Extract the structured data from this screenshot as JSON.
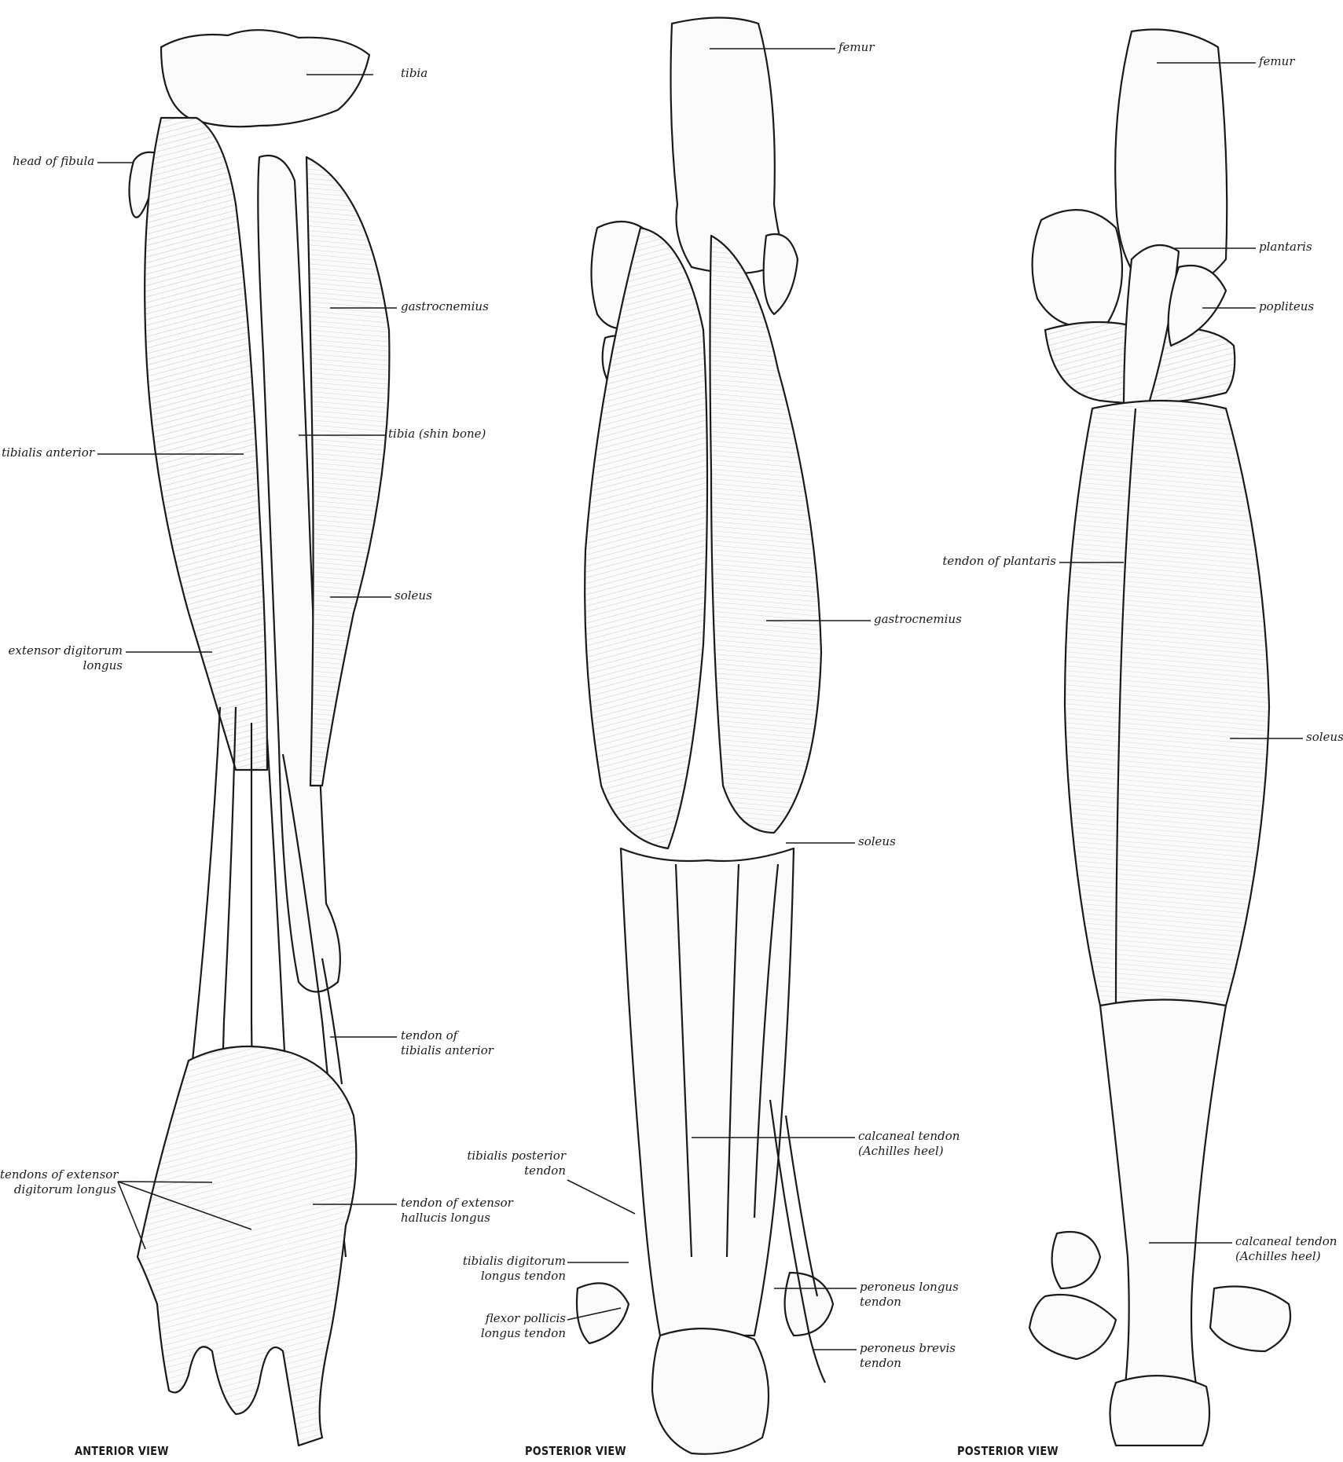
{
  "captions": {
    "anterior": "ANTERIOR VIEW",
    "posterior_1": "POSTERIOR VIEW",
    "posterior_2": "POSTERIOR VIEW"
  },
  "labels": {
    "anterior": {
      "tibia": "tibia",
      "head_of_fibula": "head of fibula",
      "gastrocnemius": "gastrocnemius",
      "tibia_shin_bone": "tibia (shin bone)",
      "tibialis_anterior": "tibialis anterior",
      "soleus": "soleus",
      "extensor_digitorum_longus": [
        "extensor digitorum",
        "longus"
      ],
      "tendon_of_tibialis_anterior": [
        "tendon of",
        "tibialis anterior"
      ],
      "tendons_of_extensor_digitorum_longus": [
        "tendons of extensor",
        "digitorum longus"
      ],
      "tendon_of_extensor_hallucis_longus": [
        "tendon of extensor",
        "hallucis longus"
      ]
    },
    "posterior_1": {
      "femur": "femur",
      "gastrocnemius": "gastrocnemius",
      "soleus": "soleus",
      "calcaneal_tendon": [
        "calcaneal tendon",
        "(Achilles heel)"
      ],
      "tibialis_posterior_tendon": [
        "tibialis posterior",
        "tendon"
      ],
      "tibialis_digitorum_longus_tendon": [
        "tibialis digitorum",
        "longus tendon"
      ],
      "flexor_pollicis_longus_tendon": [
        "flexor pollicis",
        "longus tendon"
      ],
      "peroneus_longus_tendon": [
        "peroneus longus",
        "tendon"
      ],
      "peroneus_brevis_tendon": [
        "peroneus brevis",
        "tendon"
      ]
    },
    "posterior_2": {
      "femur": "femur",
      "plantaris": "plantaris",
      "popliteus": "popliteus",
      "tendon_of_plantaris": "tendon of plantaris",
      "soleus": "soleus",
      "calcaneal_tendon": [
        "calcaneal tendon",
        "(Achilles heel)"
      ]
    }
  }
}
